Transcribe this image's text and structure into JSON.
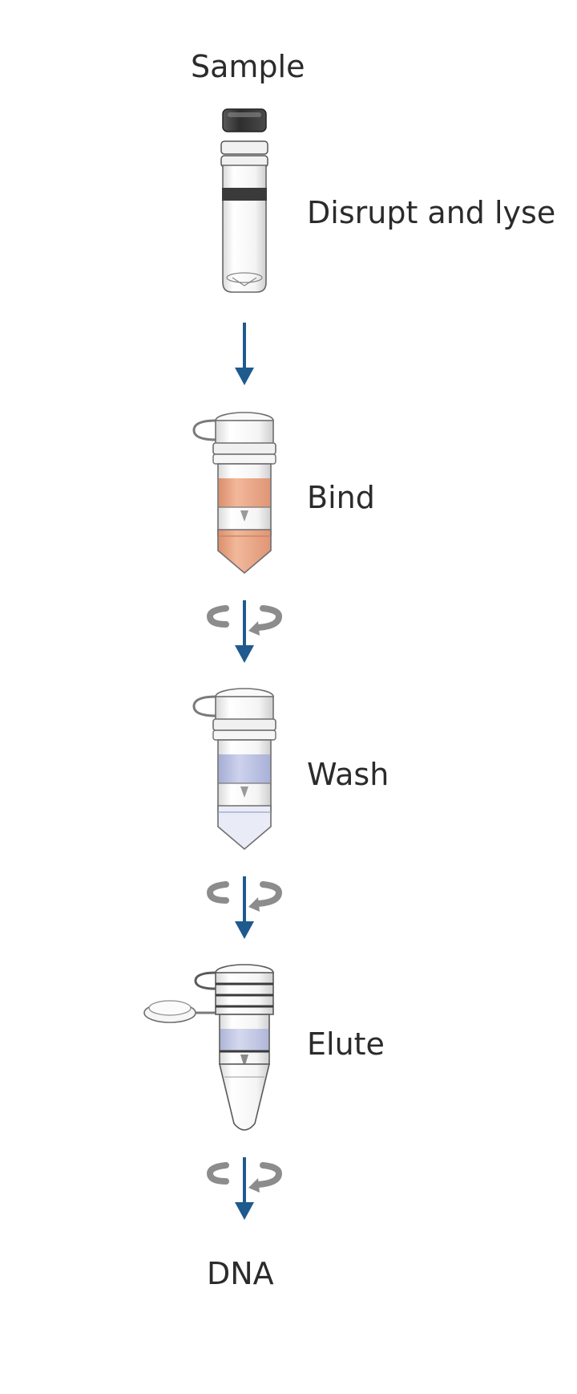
{
  "steps": {
    "sample": "Sample",
    "disrupt": "Disrupt and lyse",
    "bind": "Bind",
    "wash": "Wash",
    "elute": "Elute",
    "dna": "DNA"
  },
  "colors": {
    "arrow": "#1f5a8f",
    "bind_liquid": "#e9a786",
    "wash_liquid": "#b8bfe0",
    "elute_liquid": "#c6cbe6",
    "tube_outline": "#6f6f6f",
    "cap_dark": "#3d3d3d",
    "spin_arrow": "#8c8c8c"
  }
}
